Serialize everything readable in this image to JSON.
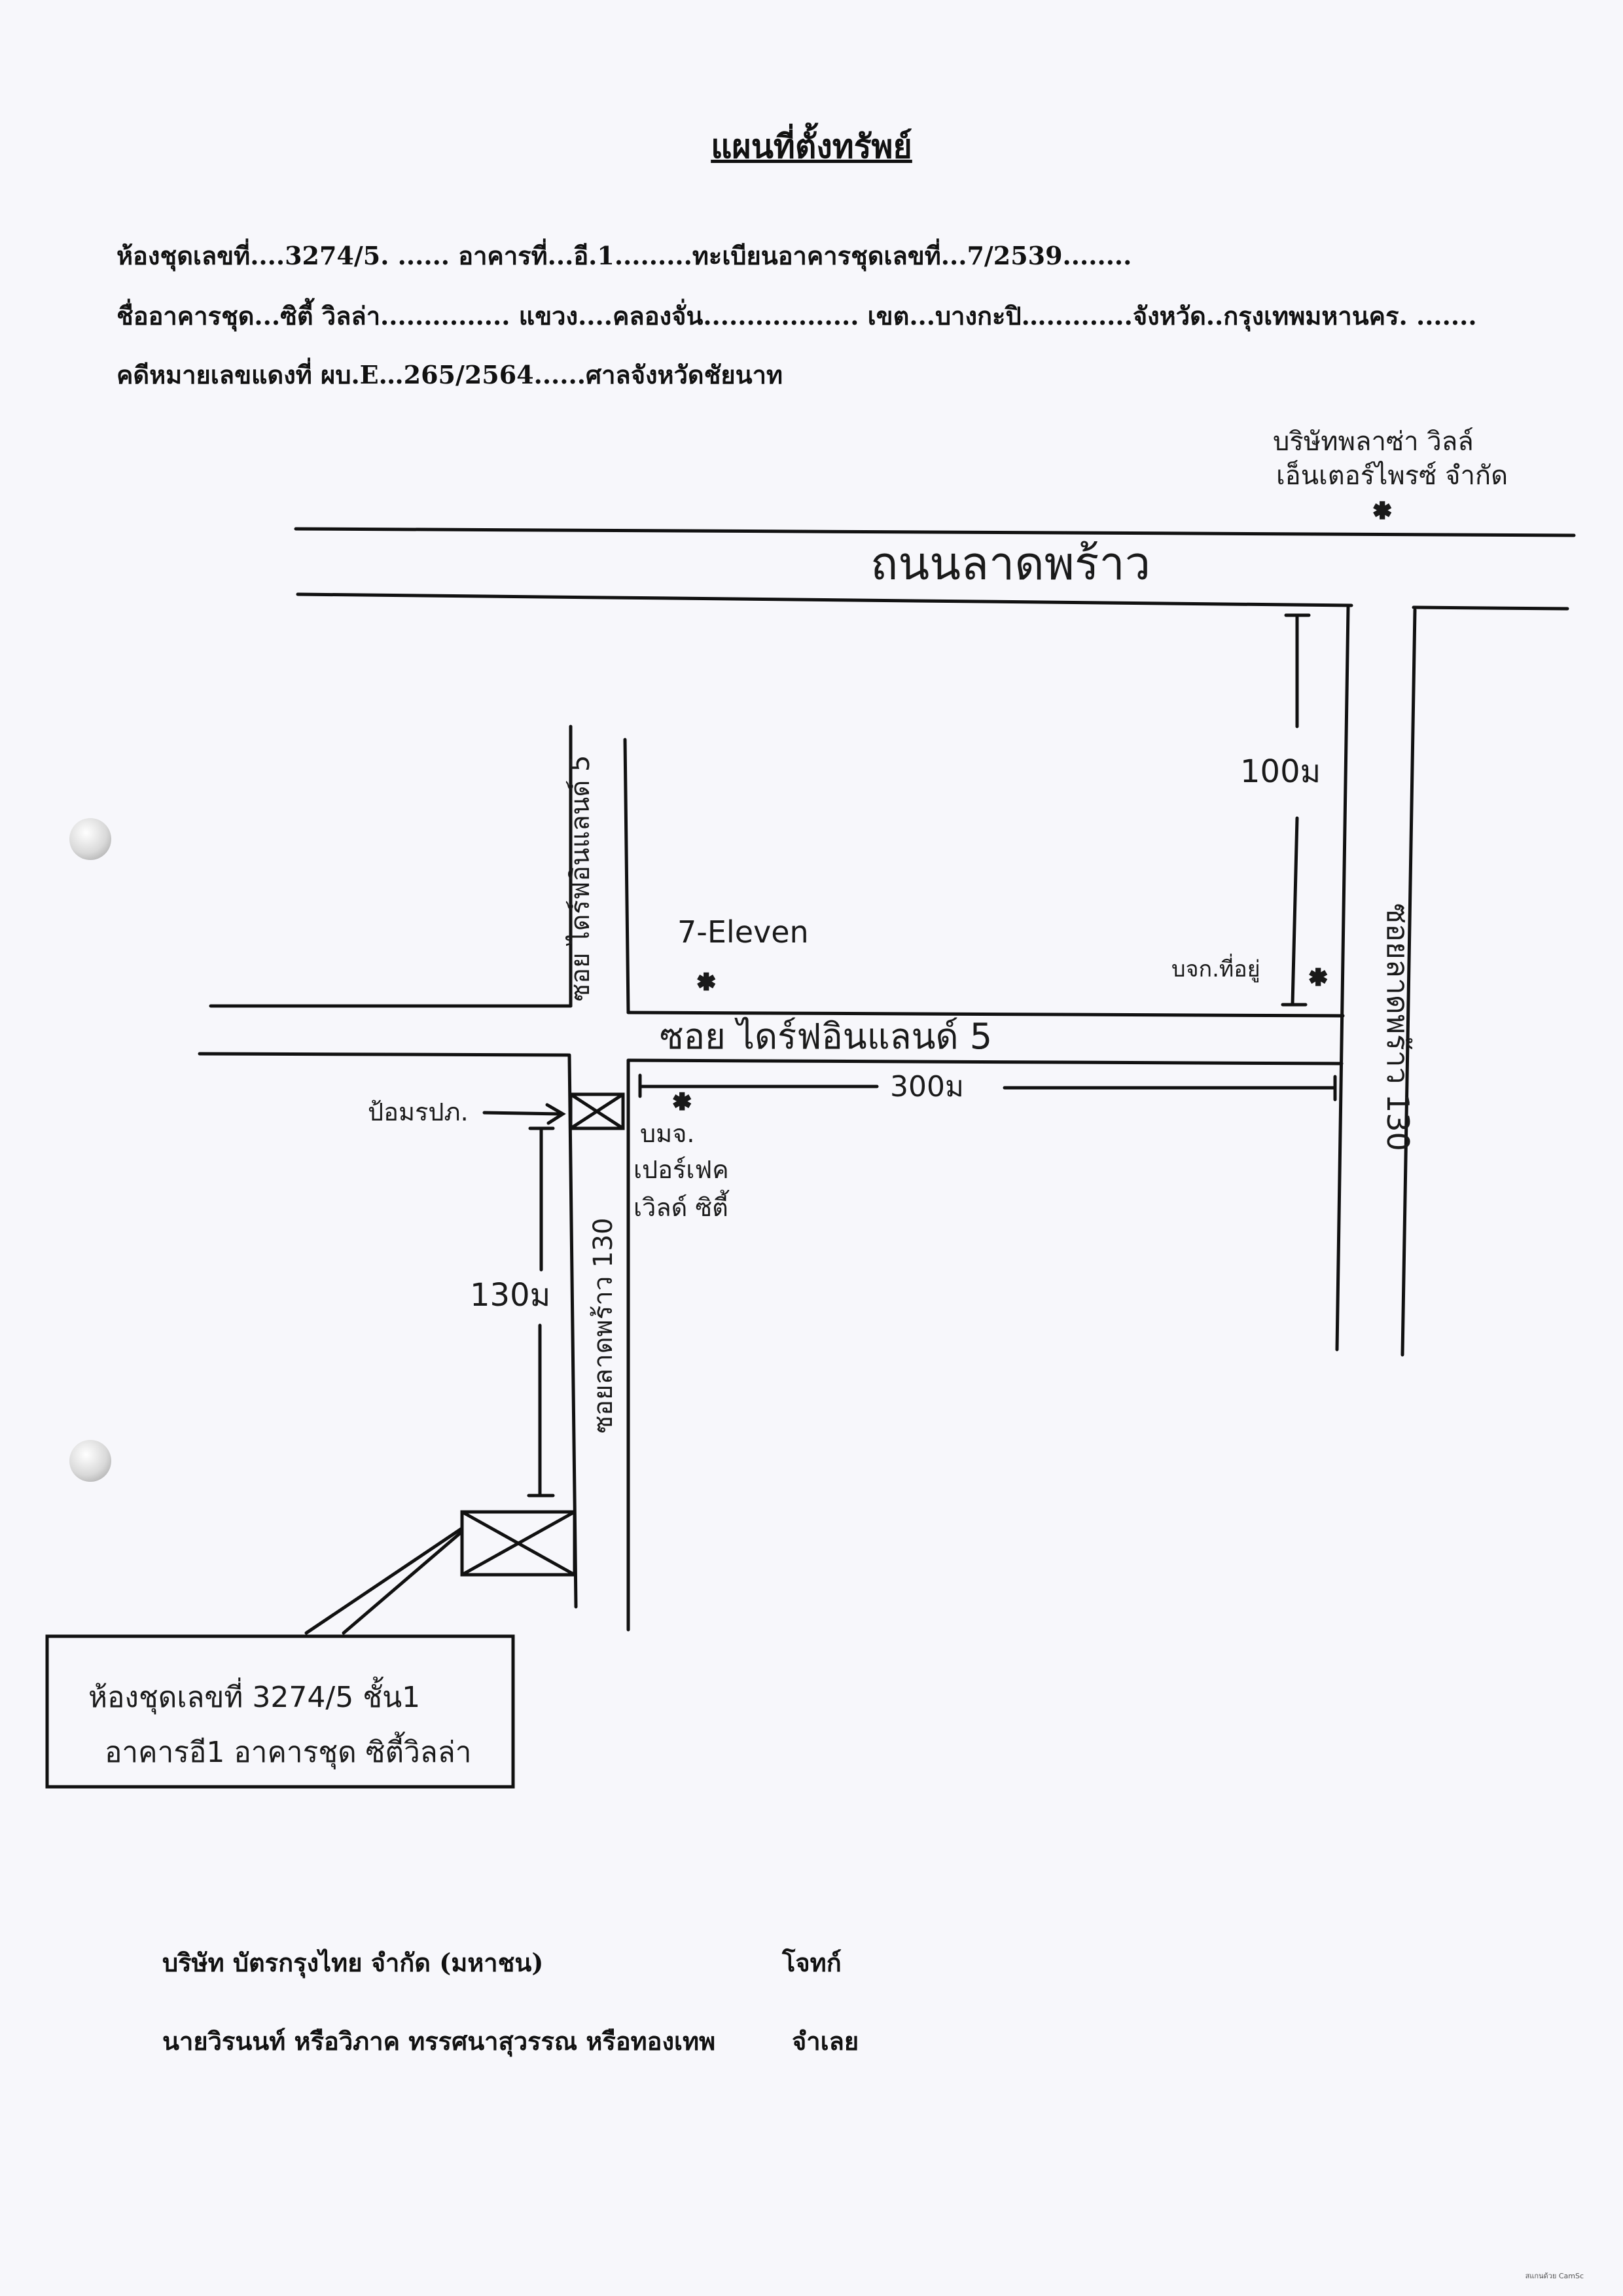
{
  "document": {
    "title": "แผนที่ตั้งทรัพย์",
    "line1": "ห้องชุดเลขที่....3274/5. ...... อาคารที่...อี.1.........ทะเบียนอาคารชุดเลขที่...7/2539........",
    "line2": "ชื่ออาคารชุด...ซิตี้ วิลล่า............... แขวง....คลองจั่น.................. เขต...บางกะปิ…..........จังหวัด..กรุงเทพมหานคร. .......",
    "line3": "คดีหมายเลขแดงที่ ผบ.E…265/2564......ศาลจังหวัดชัยนาท"
  },
  "map": {
    "main_road": "ถนนลาดพร้าว",
    "landmark_top_right_line1": "บริษัทพลาซ่า วิลล์",
    "landmark_top_right_line2": "เอ็นเตอร์ไพรซ์ จำกัด",
    "soi_vertical_left": "ซอย ไดร์ฟอินแลนด์ 5",
    "soi_horizontal": "ซอย ไดร์ฟอินแลนด์ 5",
    "soi_right": "ซอยลาดพร้าว 130",
    "soi_lower": "ซอยลาดพร้าว 130",
    "seven_eleven": "7-Eleven",
    "post_office": "บจก.ที่อยู่",
    "dist_100": "100ม",
    "dist_300": "300ม",
    "dist_130": "130ม",
    "police_box": "ป้อมรปภ.",
    "condo_marker": "บมจ.",
    "condo_name_line1": "เปอร์เฟค",
    "condo_name_line2": "เวิลด์ ซิตี้",
    "unit_box_line1": "ห้องชุดเลขที่ 3274/5 ชั้น1",
    "unit_box_line2": "อาคารอี1 อาคารชุด ซิตี้วิลล่า"
  },
  "footer": {
    "plaintiff_name": "บริษัท บัตรกรุงไทย จำกัด (มหาชน)",
    "plaintiff_role": "โจทก์",
    "defendant_name": "นายวิรนนท์ หรือวิภาค ทรรศนาสุวรรณ หรือทองเทพ",
    "defendant_role": "จำเลย"
  },
  "scanner_note": "สแกนด้วย CamSc"
}
